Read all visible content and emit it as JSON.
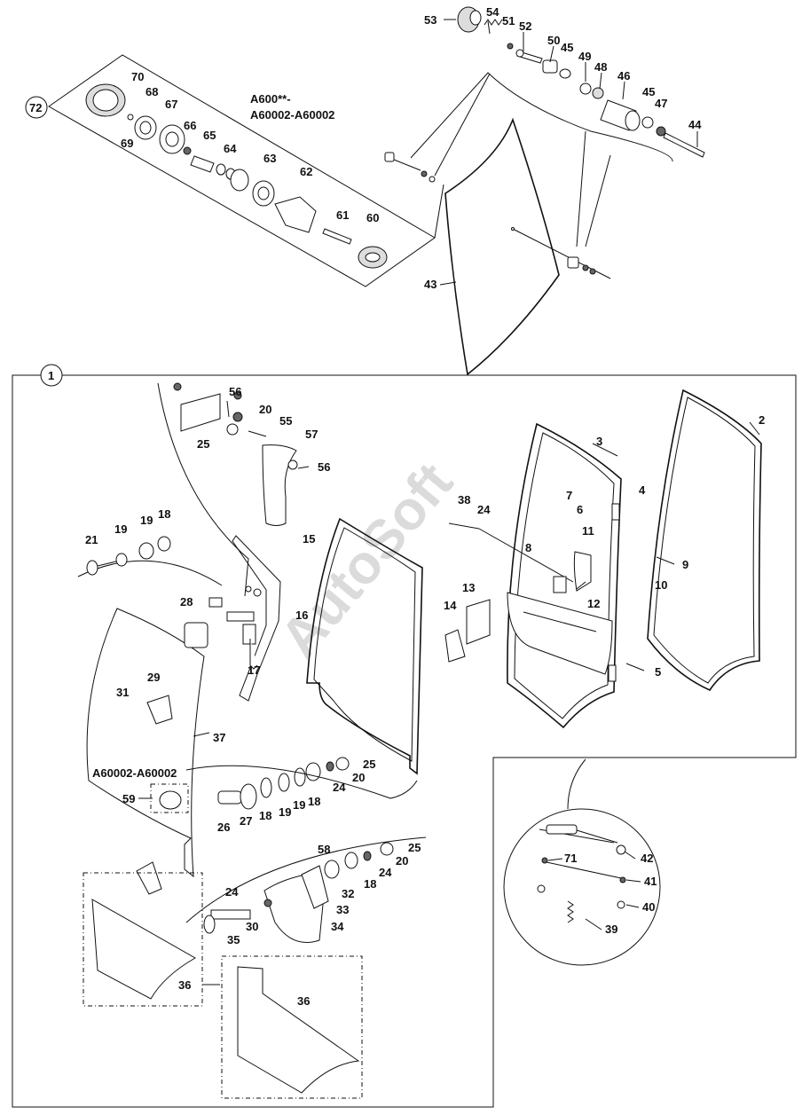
{
  "watermark": "AutoSoft",
  "notes": {
    "kit_header_1": "A600**-",
    "kit_header_2": "A60002-A60002",
    "lower_range": "A60002-A60002"
  },
  "groups": {
    "main": "1",
    "kit": "72"
  },
  "callouts": {
    "c2": "2",
    "c3": "3",
    "c4": "4",
    "c5": "5",
    "c6": "6",
    "c7": "7",
    "c8": "8",
    "c9": "9",
    "c10": "10",
    "c11": "11",
    "c12": "12",
    "c13": "13",
    "c14": "14",
    "c15": "15",
    "c16": "16",
    "c17": "17",
    "c18a": "18",
    "c18b": "18",
    "c18c": "18",
    "c18d": "18",
    "c19a": "19",
    "c19b": "19",
    "c19c": "19",
    "c19d": "19",
    "c20a": "20",
    "c20b": "20",
    "c20c": "20",
    "c21": "21",
    "c24a": "24",
    "c24b": "24",
    "c24c": "24",
    "c24d": "24",
    "c25a": "25",
    "c25b": "25",
    "c25c": "25",
    "c26": "26",
    "c27": "27",
    "c28": "28",
    "c29": "29",
    "c30": "30",
    "c31": "31",
    "c32": "32",
    "c33": "33",
    "c34": "34",
    "c35": "35",
    "c36a": "36",
    "c36b": "36",
    "c37": "37",
    "c38": "38",
    "c39": "39",
    "c40": "40",
    "c41": "41",
    "c42": "42",
    "c43": "43",
    "c44": "44",
    "c45a": "45",
    "c45b": "45",
    "c46": "46",
    "c47": "47",
    "c48": "48",
    "c49": "49",
    "c50": "50",
    "c51": "51",
    "c52": "52",
    "c53": "53",
    "c54": "54",
    "c55": "55",
    "c56a": "56",
    "c56b": "56",
    "c57": "57",
    "c58": "58",
    "c59": "59",
    "c60": "60",
    "c61": "61",
    "c62": "62",
    "c63": "63",
    "c64": "64",
    "c65": "65",
    "c66": "66",
    "c67": "67",
    "c68": "68",
    "c69": "69",
    "c70": "70",
    "c71": "71"
  }
}
